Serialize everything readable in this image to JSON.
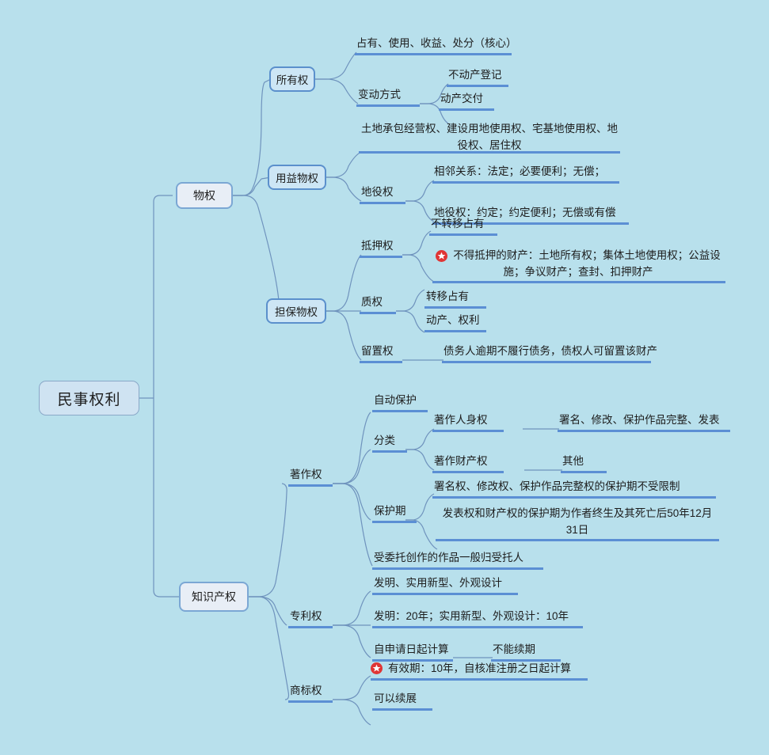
{
  "meta": {
    "title": "民事权利",
    "background_color": "#b8e0ec",
    "line_color": "#5b8fd4",
    "accent_color": "#e03535"
  },
  "root": {
    "label": "民事权利"
  },
  "branches": [
    {
      "label": "物权",
      "children": [
        {
          "label": "所有权",
          "children": [
            {
              "label": "占有、使用、收益、处分（核心）"
            },
            {
              "label": "变动方式",
              "children": [
                {
                  "label": "不动产登记"
                },
                {
                  "label": "动产交付"
                }
              ]
            }
          ]
        },
        {
          "label": "用益物权",
          "children": [
            {
              "label": "土地承包经营权、建设用地使用权、宅基地使用权、地役权、居住权"
            },
            {
              "label": "地役权",
              "children": [
                {
                  "label": "相邻关系：法定；必要便利；无偿；"
                },
                {
                  "label": "地役权：约定；约定便利；无偿或有偿"
                }
              ]
            }
          ]
        },
        {
          "label": "担保物权",
          "children": [
            {
              "label": "抵押权",
              "children": [
                {
                  "label": "不转移占有"
                },
                {
                  "label": "不得抵押的财产：土地所有权；集体土地使用权；公益设施；争议财产；查封、扣押财产",
                  "icon": "red-star-icon"
                }
              ]
            },
            {
              "label": "质权",
              "children": [
                {
                  "label": "转移占有"
                },
                {
                  "label": "动产、权利"
                }
              ]
            },
            {
              "label": "留置权",
              "children": [
                {
                  "label": "债务人逾期不履行债务，债权人可留置该财产"
                }
              ]
            }
          ]
        }
      ]
    },
    {
      "label": "知识产权",
      "children": [
        {
          "label": "著作权",
          "children": [
            {
              "label": "自动保护"
            },
            {
              "label": "分类",
              "children": [
                {
                  "label": "著作人身权",
                  "children": [
                    {
                      "label": "署名、修改、保护作品完整、发表"
                    }
                  ]
                },
                {
                  "label": "著作财产权",
                  "children": [
                    {
                      "label": "其他"
                    }
                  ]
                }
              ]
            },
            {
              "label": "保护期",
              "children": [
                {
                  "label": "署名权、修改权、保护作品完整权的保护期不受限制"
                },
                {
                  "label": "发表权和财产权的保护期为作者终生及其死亡后50年12月31日"
                }
              ]
            },
            {
              "label": "受委托创作的作品一般归受托人"
            }
          ]
        },
        {
          "label": "专利权",
          "children": [
            {
              "label": "发明、实用新型、外观设计"
            },
            {
              "label": "发明：20年；实用新型、外观设计：10年"
            },
            {
              "label": "自申请日起计算",
              "children": [
                {
                  "label": "不能续期"
                }
              ]
            }
          ]
        },
        {
          "label": "商标权",
          "children": [
            {
              "label": "有效期：10年，自核准注册之日起计算",
              "icon": "red-star-icon"
            },
            {
              "label": "可以续展"
            }
          ]
        }
      ]
    }
  ]
}
